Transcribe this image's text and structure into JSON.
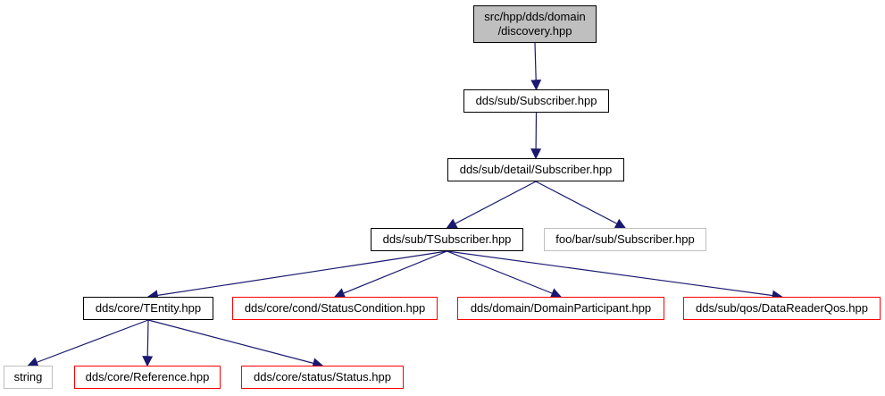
{
  "graph": {
    "edge_color": "#191970",
    "nodes": {
      "root": {
        "line1": "src/hpp/dds/domain",
        "line2": "/discovery.hpp",
        "style": "root"
      },
      "sub_subscriber": {
        "label": "dds/sub/Subscriber.hpp",
        "style": "normal"
      },
      "sub_detail_subscriber": {
        "label": "dds/sub/detail/Subscriber.hpp",
        "style": "normal"
      },
      "sub_tsubscriber": {
        "label": "dds/sub/TSubscriber.hpp",
        "style": "normal"
      },
      "foo_bar_subscriber": {
        "label": "foo/bar/sub/Subscriber.hpp",
        "style": "gray"
      },
      "core_tentity": {
        "label": "dds/core/TEntity.hpp",
        "style": "normal"
      },
      "core_cond_statuscondition": {
        "label": "dds/core/cond/StatusCondition.hpp",
        "style": "red"
      },
      "domain_domainparticipant": {
        "label": "dds/domain/DomainParticipant.hpp",
        "style": "red"
      },
      "sub_qos_datareaderqos": {
        "label": "dds/sub/qos/DataReaderQos.hpp",
        "style": "red"
      },
      "string": {
        "label": "string",
        "style": "gray"
      },
      "core_reference": {
        "label": "dds/core/Reference.hpp",
        "style": "red"
      },
      "core_status_status": {
        "label": "dds/core/status/Status.hpp",
        "style": "red"
      }
    },
    "edges": [
      [
        "root",
        "sub_subscriber"
      ],
      [
        "sub_subscriber",
        "sub_detail_subscriber"
      ],
      [
        "sub_detail_subscriber",
        "sub_tsubscriber"
      ],
      [
        "sub_detail_subscriber",
        "foo_bar_subscriber"
      ],
      [
        "sub_tsubscriber",
        "core_tentity"
      ],
      [
        "sub_tsubscriber",
        "core_cond_statuscondition"
      ],
      [
        "sub_tsubscriber",
        "domain_domainparticipant"
      ],
      [
        "sub_tsubscriber",
        "sub_qos_datareaderqos"
      ],
      [
        "core_tentity",
        "string"
      ],
      [
        "core_tentity",
        "core_reference"
      ],
      [
        "core_tentity",
        "core_status_status"
      ]
    ]
  }
}
